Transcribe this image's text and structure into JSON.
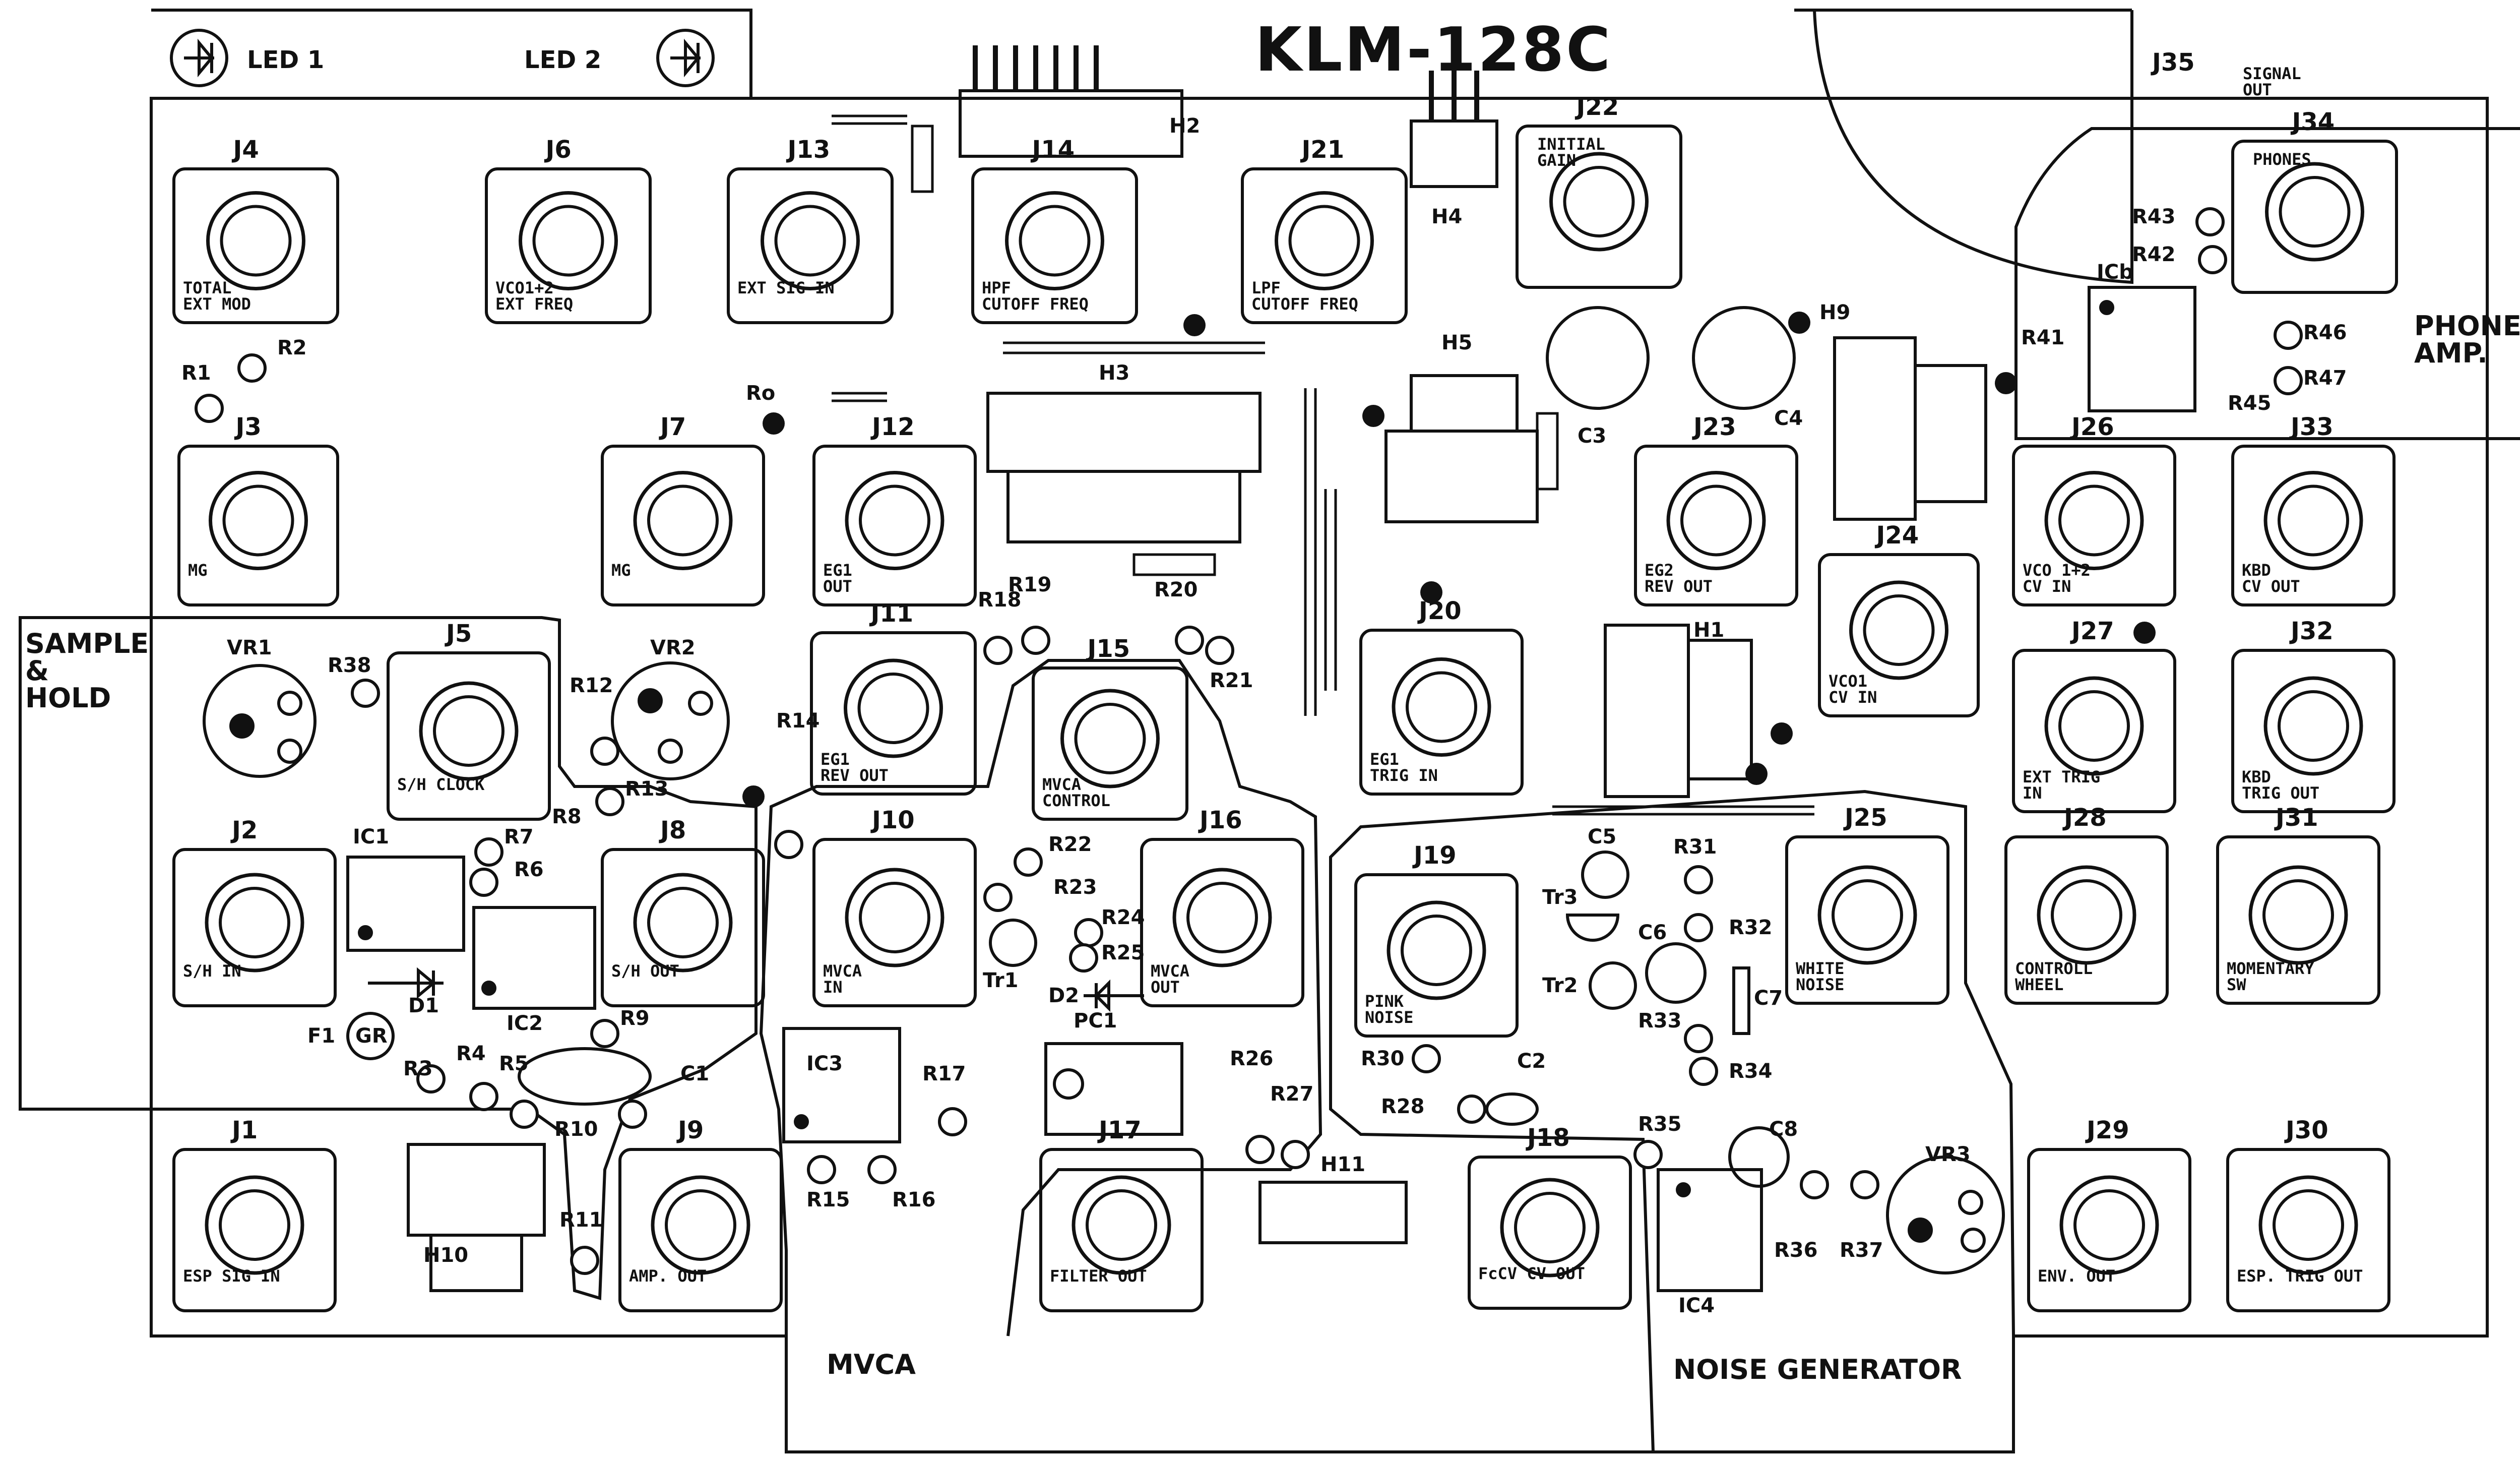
{
  "title": "KLM-128C",
  "leds": {
    "led1": "LED 1",
    "led2": "LED 2"
  },
  "sections": {
    "sample_hold": "SAMPLE\n&\nHOLD",
    "mvca": "MVCA",
    "noise_generator": "NOISE GENERATOR",
    "phone_amp": "PHONE\nAMP."
  },
  "jacks": [
    {
      "id": "J4",
      "label": "TOTAL\nEXT MOD"
    },
    {
      "id": "J6",
      "label": "VCO1+2\nEXT FREQ"
    },
    {
      "id": "J13",
      "label": "EXT SIG IN"
    },
    {
      "id": "J14",
      "label": "HPF\nCUTOFF FREQ"
    },
    {
      "id": "J21",
      "label": "LPF\nCUTOFF FREQ"
    },
    {
      "id": "J22",
      "label": "INITIAL\nGAIN"
    },
    {
      "id": "J34",
      "label": "PHONES"
    },
    {
      "id": "J3",
      "label": "MG"
    },
    {
      "id": "J7",
      "label": "MG"
    },
    {
      "id": "J12",
      "label": "EG1\nOUT"
    },
    {
      "id": "J23",
      "label": "EG2\nREV OUT"
    },
    {
      "id": "J26",
      "label": "VCO 1+2\nCV IN"
    },
    {
      "id": "J33",
      "label": "KBD\nCV OUT"
    },
    {
      "id": "J5",
      "label": "S/H CLOCK"
    },
    {
      "id": "J11",
      "label": "EG1\nREV OUT"
    },
    {
      "id": "J15",
      "label": "MVCA\nCONTROL"
    },
    {
      "id": "J20",
      "label": "EG1\nTRIG IN"
    },
    {
      "id": "J24",
      "label": "VCO1\nCV IN"
    },
    {
      "id": "J27",
      "label": "EXT TRIG\nIN"
    },
    {
      "id": "J32",
      "label": "KBD\nTRIG OUT"
    },
    {
      "id": "J2",
      "label": "S/H IN"
    },
    {
      "id": "J8",
      "label": "S/H OUT"
    },
    {
      "id": "J10",
      "label": "MVCA\nIN"
    },
    {
      "id": "J16",
      "label": "MVCA\nOUT"
    },
    {
      "id": "J19",
      "label": "PINK\nNOISE"
    },
    {
      "id": "J25",
      "label": "WHITE\nNOISE"
    },
    {
      "id": "J28",
      "label": "CONTROLL\nWHEEL"
    },
    {
      "id": "J31",
      "label": "MOMENTARY\nSW"
    },
    {
      "id": "J1",
      "label": "ESP SIG IN"
    },
    {
      "id": "J9",
      "label": "AMP. OUT"
    },
    {
      "id": "J17",
      "label": "FILTER OUT"
    },
    {
      "id": "J18",
      "label": "FcCV CV OUT"
    },
    {
      "id": "J29",
      "label": "ENV. OUT"
    },
    {
      "id": "J30",
      "label": "ESP. TRIG OUT"
    },
    {
      "id": "J35",
      "label": "SIGNAL\nOUT"
    }
  ],
  "headers": [
    "H1",
    "H2",
    "H3",
    "H4",
    "H5",
    "H9",
    "H10",
    "H11"
  ],
  "pots": [
    "VR1",
    "VR2",
    "VR3"
  ],
  "ics": [
    "IC1",
    "IC2",
    "IC3",
    "IC4",
    "ICb"
  ],
  "transistors": [
    "Tr1",
    "Tr2",
    "Tr3"
  ],
  "diodes": [
    "D1",
    "D2"
  ],
  "photocoupler": "PC1",
  "fuse": {
    "id": "F1",
    "mark": "GR"
  },
  "capacitors": [
    "C1",
    "C2",
    "C3",
    "C4",
    "C5",
    "C6",
    "C7",
    "C8"
  ],
  "resistors": [
    "R1",
    "R2",
    "R3",
    "R4",
    "R5",
    "R6",
    "R7",
    "R8",
    "R9",
    "R10",
    "R11",
    "R12",
    "R13",
    "R14",
    "R15",
    "R16",
    "R17",
    "R18",
    "R19",
    "R20",
    "R21",
    "R22",
    "R23",
    "R24",
    "R25",
    "R26",
    "R27",
    "R28",
    "R30",
    "R31",
    "R32",
    "R33",
    "R34",
    "R35",
    "R36",
    "R37",
    "R38",
    "R41",
    "R42",
    "R43",
    "R45",
    "R46",
    "R47",
    "Ro"
  ]
}
